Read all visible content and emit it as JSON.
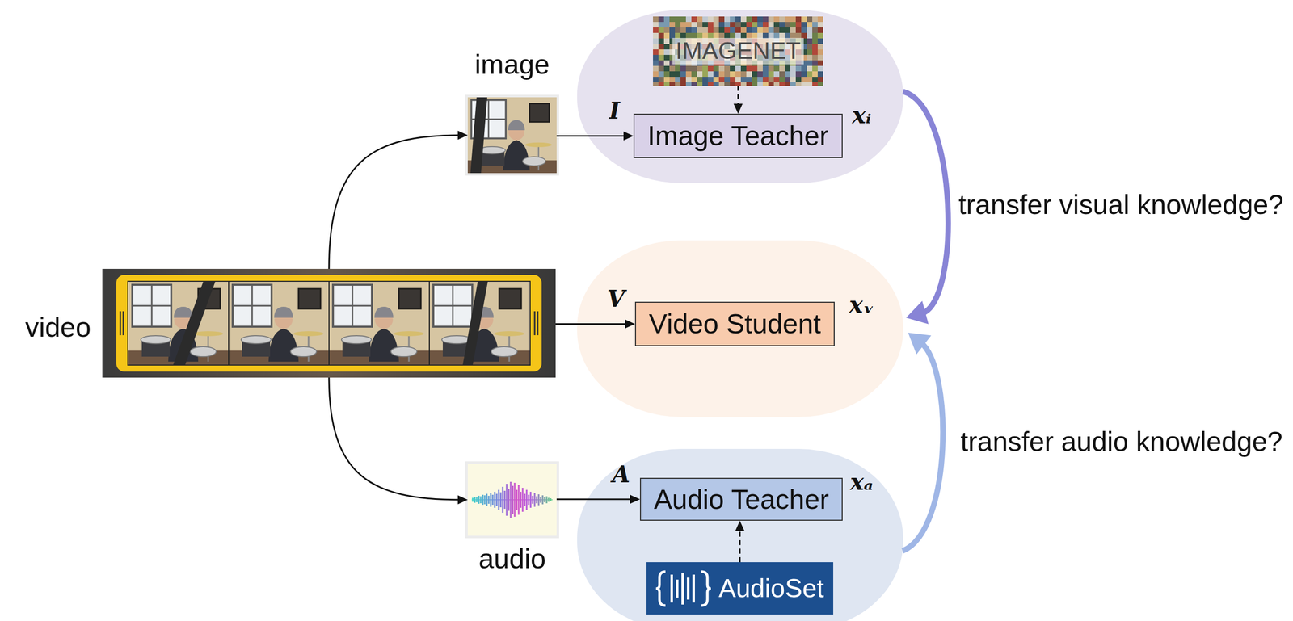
{
  "diagram": {
    "nodes": [
      {
        "text": [
          "video"
        ]
      },
      {
        "text": [
          "image"
        ]
      },
      {
        "text": [
          "audio"
        ]
      },
      {
        "text": [
          "xᵢ"
        ]
      },
      {
        "text": [
          "IMAGENET"
        ],
        "in": 3
      },
      {
        "text": [
          "Image Teacher"
        ],
        "in": 3
      },
      {
        "text": [
          "xᵥ"
        ]
      },
      {
        "text": [
          "Video Student"
        ],
        "in": 6
      },
      {
        "text": [
          "xₐ"
        ]
      },
      {
        "text": [
          "Audio Teacher"
        ],
        "in": 8
      },
      {
        "text": [
          "AudioSet"
        ],
        "in": 8
      }
    ],
    "edges": [
      {
        "from": 0,
        "to": 1,
        "arrow": "to"
      },
      {
        "from": 0,
        "to": 2,
        "arrow": "to"
      },
      {
        "from": 1,
        "to": 5,
        "arrow": "to",
        "label": "I"
      },
      {
        "from": 0,
        "to": 7,
        "arrow": "to",
        "label": "V"
      },
      {
        "from": 2,
        "to": 9,
        "arrow": "to",
        "label": "A"
      },
      {
        "from": 4,
        "to": 5,
        "arrow": "to"
      },
      {
        "from": 10,
        "to": 9,
        "arrow": "to"
      },
      {
        "from": 3,
        "to": 6,
        "arrow": "to",
        "label": "transfer visual knowledge?"
      },
      {
        "from": 8,
        "to": 6,
        "arrow": "to",
        "label": "transfer audio knowledge?"
      }
    ]
  }
}
